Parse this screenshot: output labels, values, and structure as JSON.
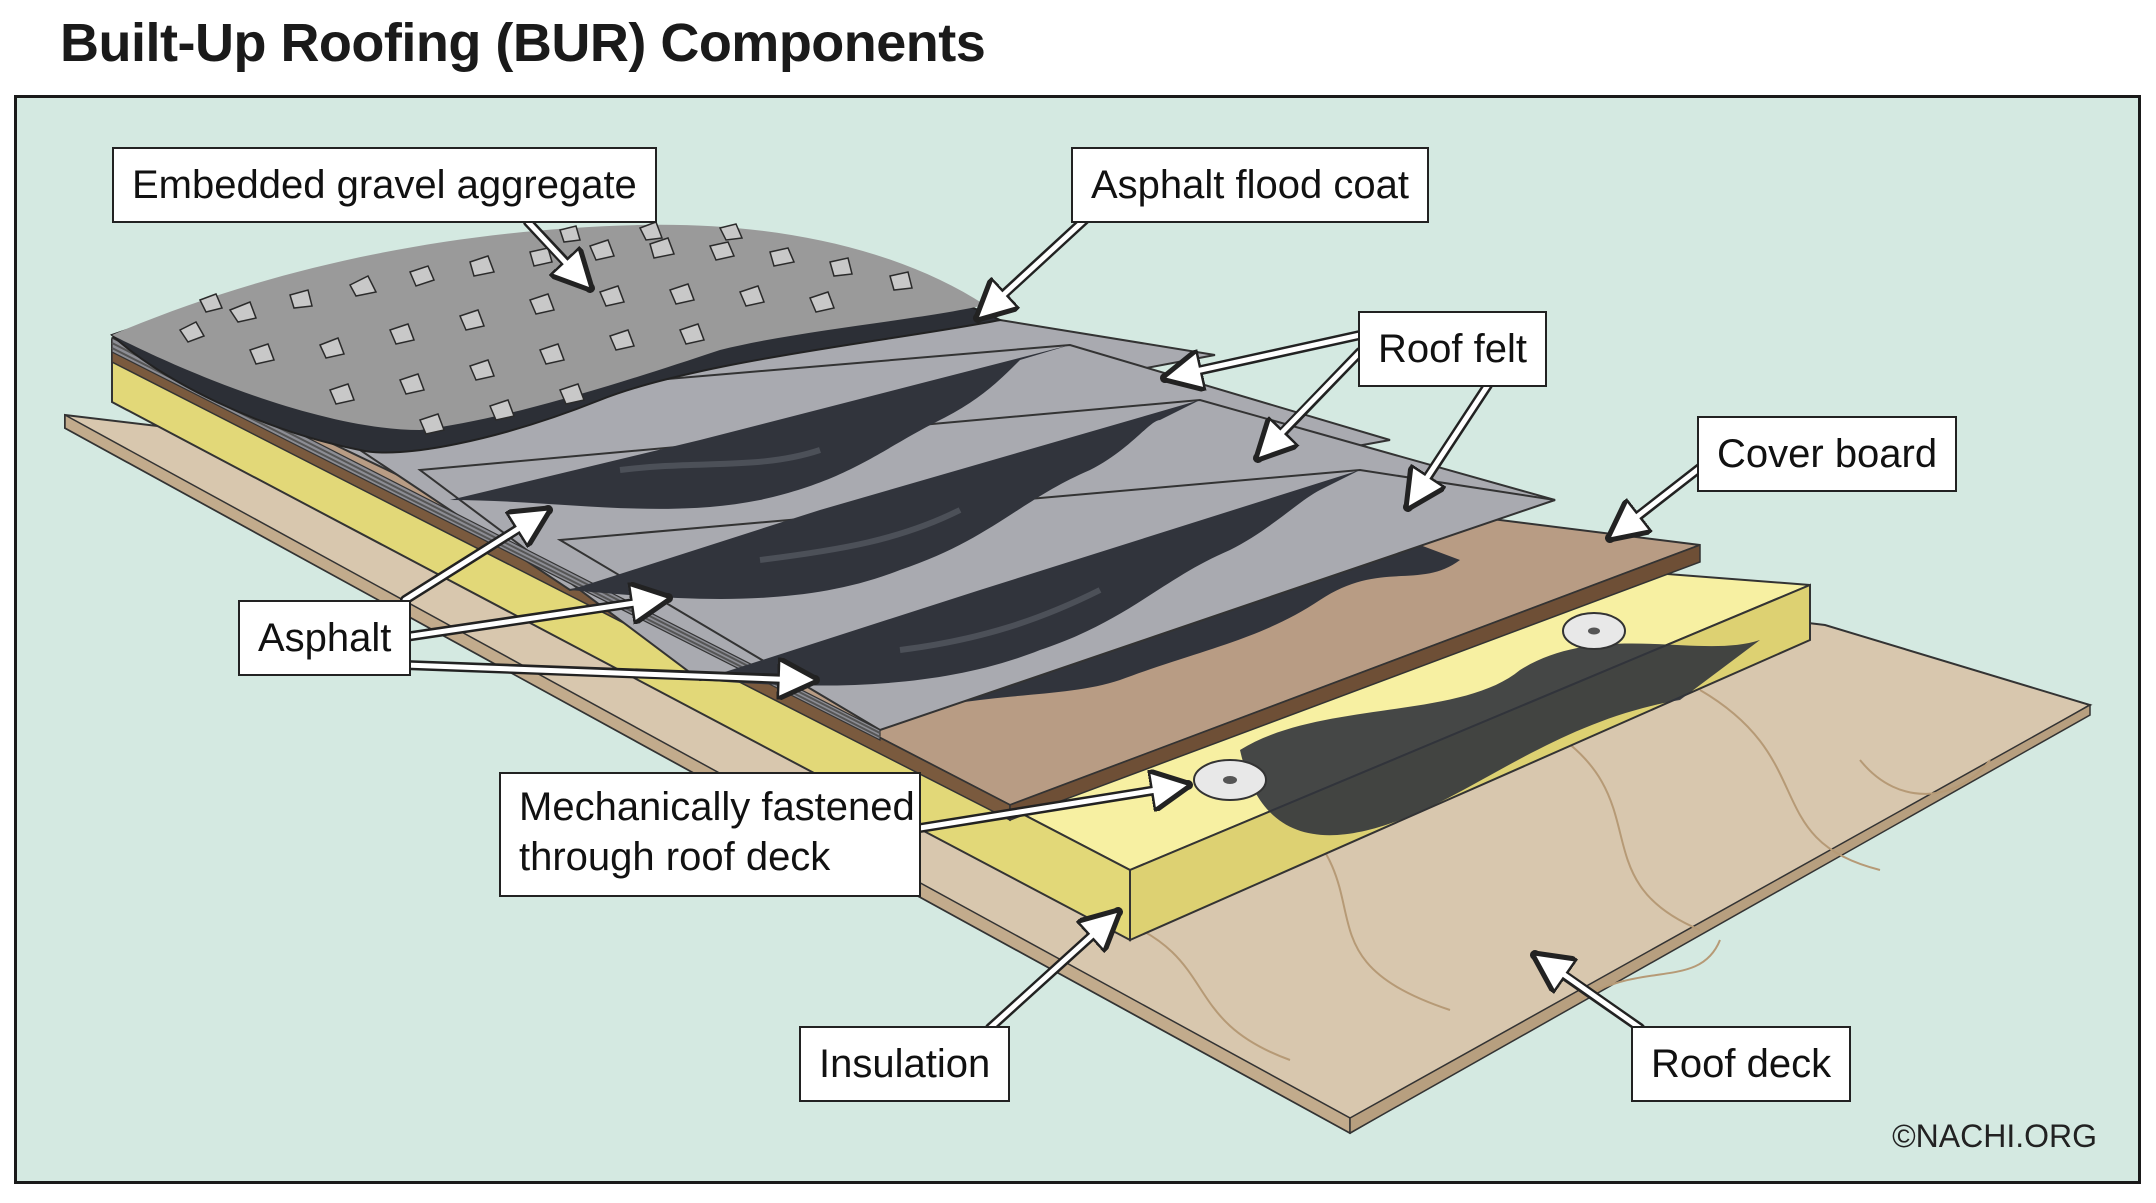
{
  "title": "Built-Up Roofing (BUR) Components",
  "labels": {
    "gravel": "Embedded gravel aggregate",
    "flood_coat": "Asphalt flood coat",
    "roof_felt": "Roof felt",
    "cover_board": "Cover board",
    "asphalt": "Asphalt",
    "fastened_line1": "Mechanically fastened",
    "fastened_line2": "through roof deck",
    "insulation": "Insulation",
    "roof_deck": "Roof deck"
  },
  "copyright": "©NACHI.ORG",
  "colors": {
    "background": "#d4e9e1",
    "roof_deck": "#d8c7ae",
    "insulation": "#f7f0a2",
    "cover_board": "#b89c84",
    "roof_felt": "#a9aab0",
    "asphalt": "#31343c",
    "gravel": "#9a9a9a"
  }
}
